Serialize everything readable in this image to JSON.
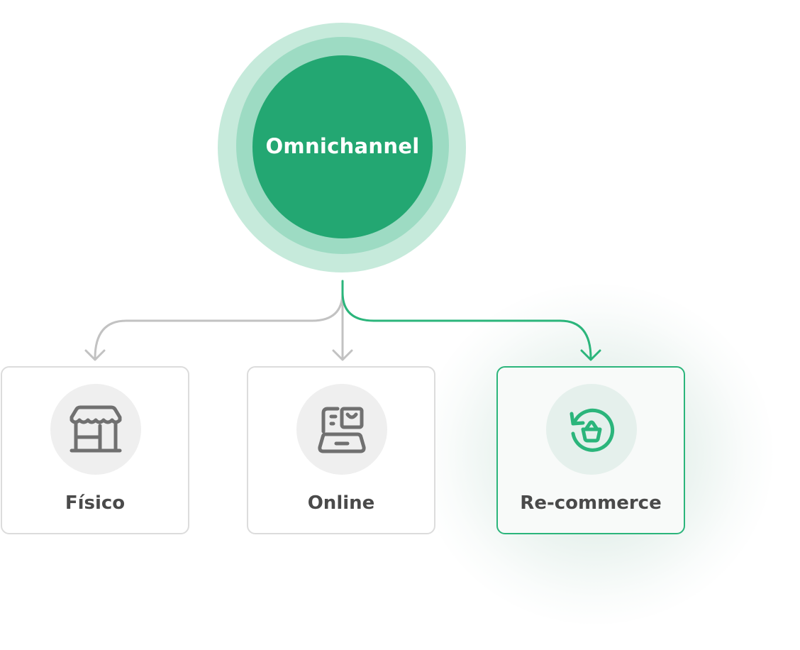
{
  "hub": {
    "label": "Omnichannel",
    "colors": {
      "core": "#23a772",
      "ring_inner": "#9ddbc3",
      "ring_outer": "#c6eadb"
    }
  },
  "connectors": [
    {
      "to": "Físico",
      "color": "#c2c2c2",
      "highlighted": false
    },
    {
      "to": "Online",
      "color": "#c2c2c2",
      "highlighted": false
    },
    {
      "to": "Re-commerce",
      "color": "#2bb57b",
      "highlighted": true
    }
  ],
  "channels": [
    {
      "label": "Físico",
      "icon": "storefront-icon",
      "highlighted": false
    },
    {
      "label": "Online",
      "icon": "ecommerce-device-icon",
      "highlighted": false
    },
    {
      "label": "Re-commerce",
      "icon": "recycle-basket-icon",
      "highlighted": true
    }
  ],
  "colors": {
    "accent": "#2bb57b",
    "neutral_line": "#c2c2c2",
    "icon_gray": "#707070",
    "text": "#4a4a4a"
  }
}
